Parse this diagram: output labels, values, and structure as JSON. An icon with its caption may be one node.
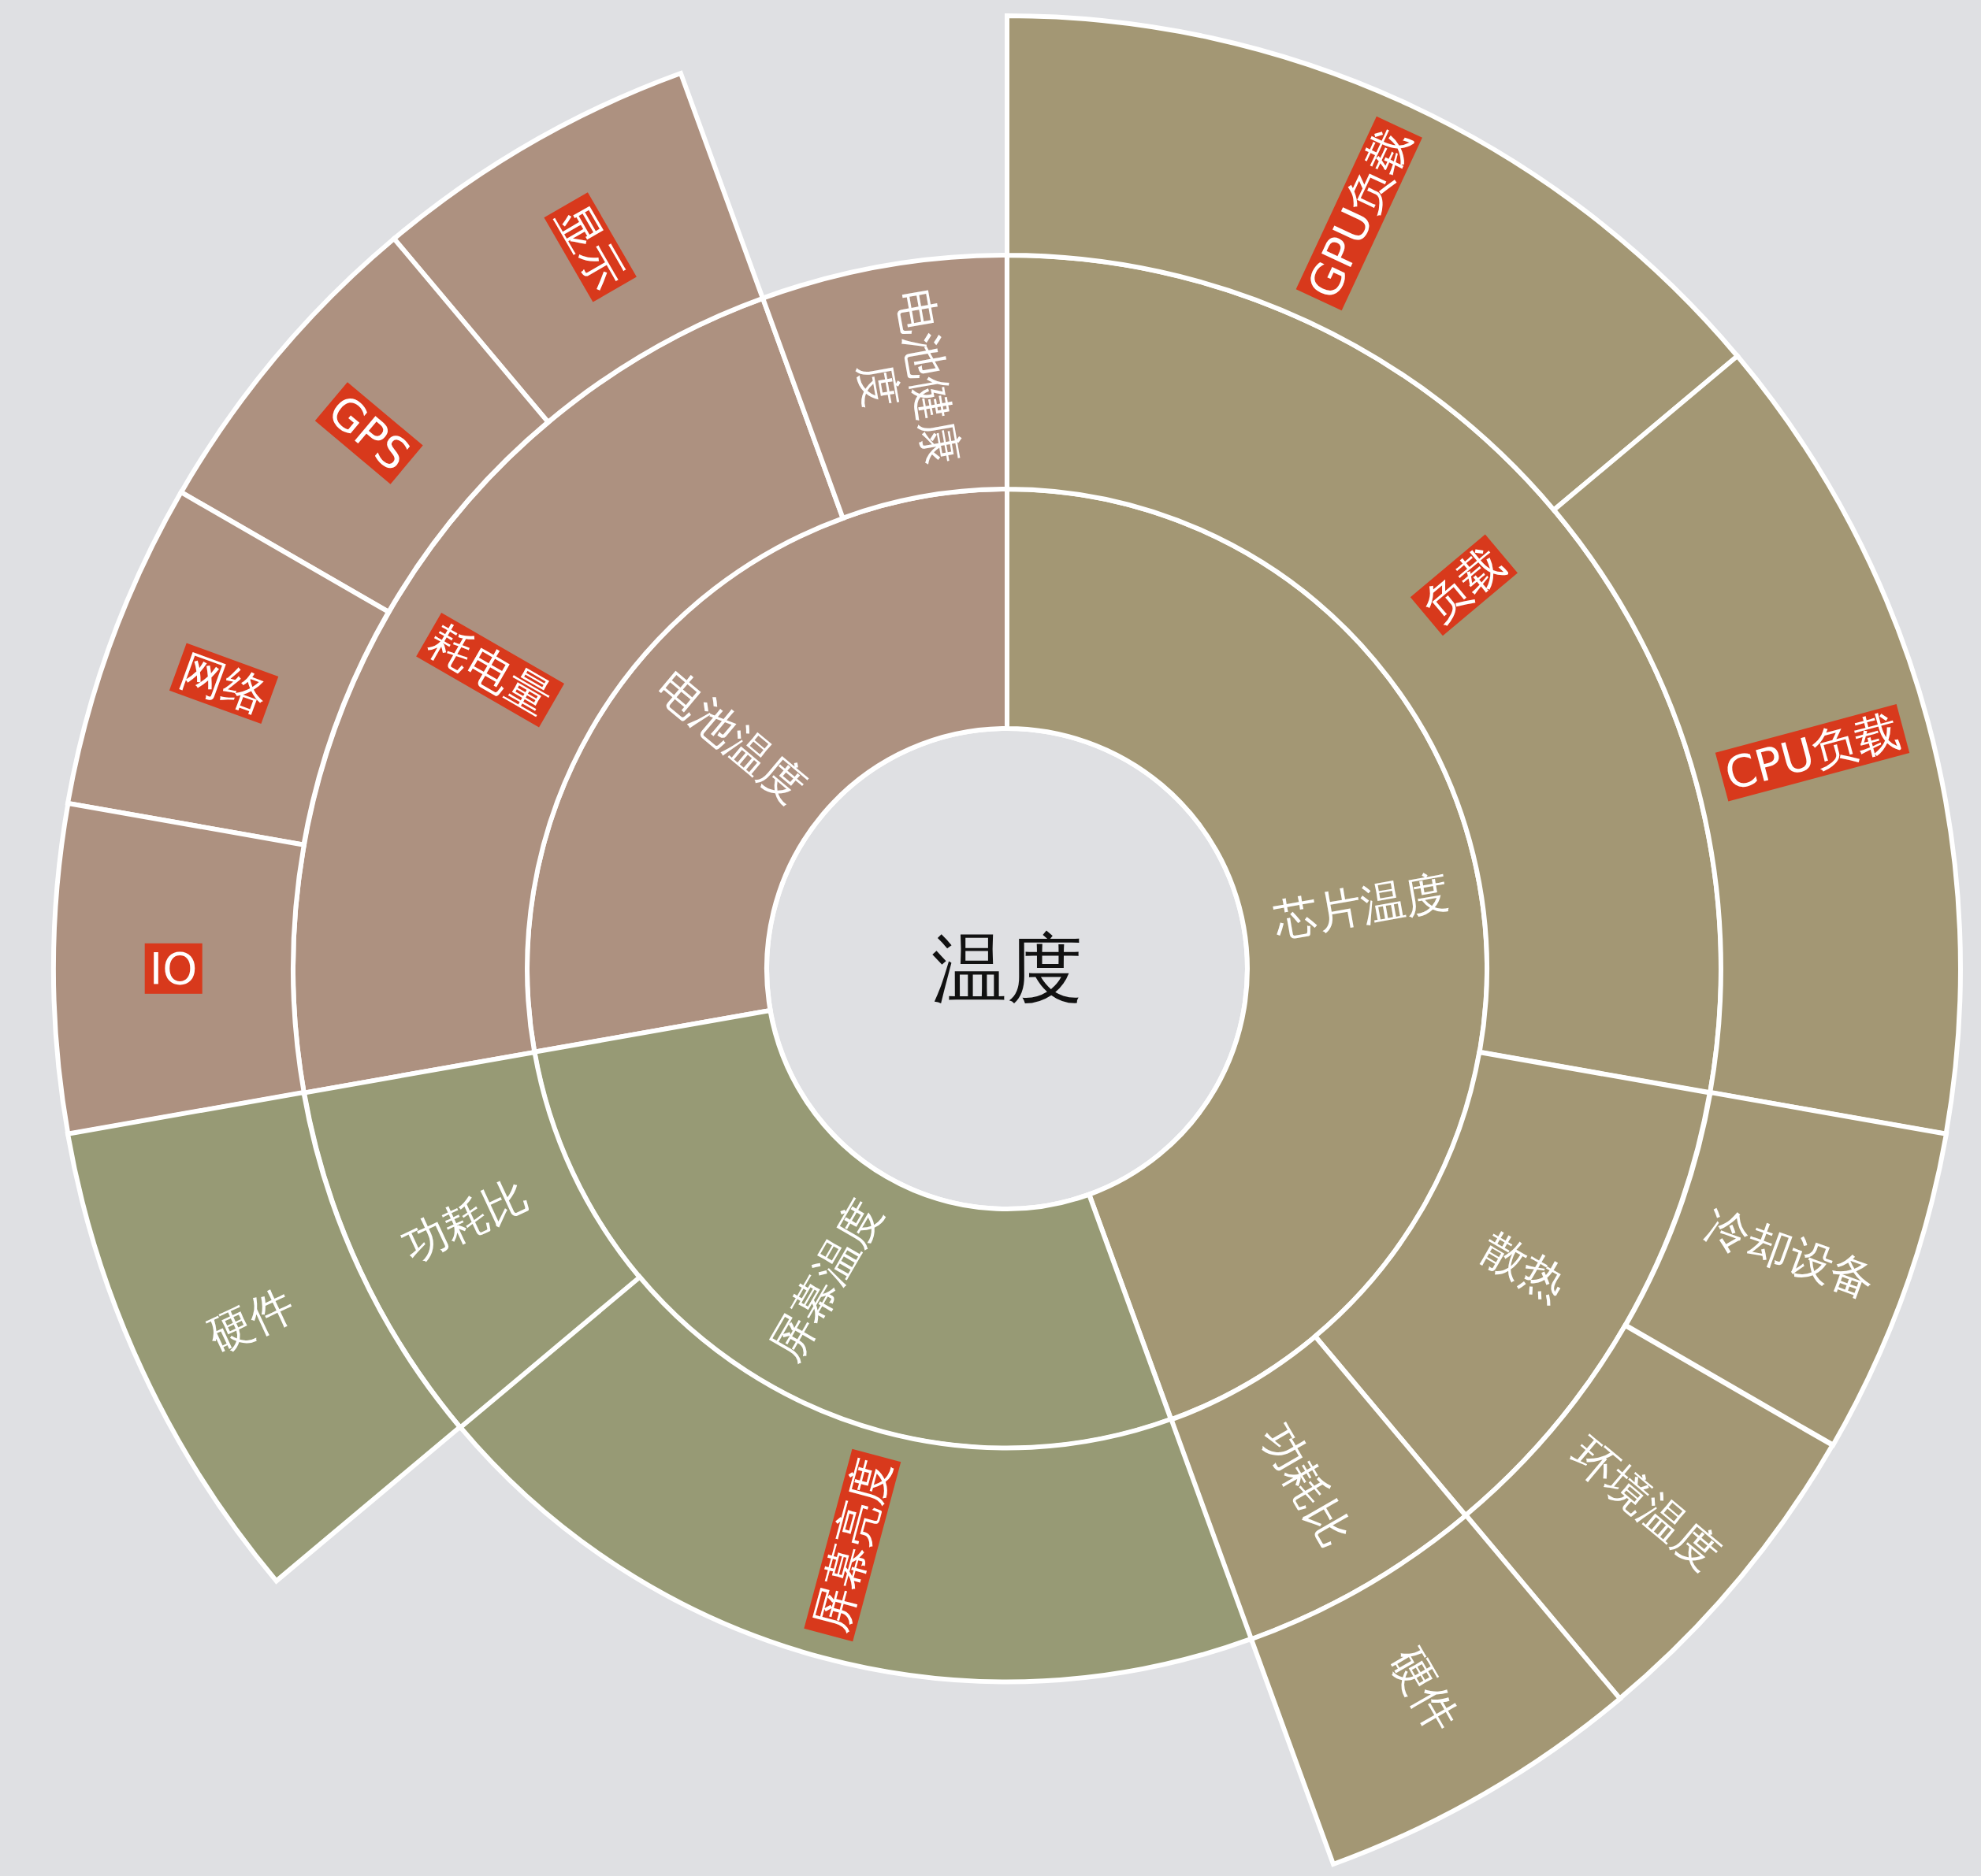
{
  "diagram": {
    "nodes": [
      {
        "text": [
          "温度"
        ]
      },
      {
        "text": [
          "电池温度"
        ]
      },
      {
        "text": [
          "芯片温度"
        ]
      },
      {
        "text": [
          "屏幕温度"
        ]
      },
      {
        "text": [
          "耗电量"
        ]
      },
      {
        "text": [
          "电池健康度"
        ]
      },
      {
        "text": [
          "负载"
        ]
      },
      {
        "text": [
          "散热"
        ]
      },
      {
        "text": [
          "功耗比"
        ]
      },
      {
        "text": [
          "屏幕亮度"
        ]
      },
      {
        "text": [
          "功耗比"
        ]
      },
      {
        "text": [
          "显示"
        ]
      },
      {
        "text": [
          "GPS"
        ]
      },
      {
        "text": [
          "网络"
        ]
      },
      {
        "text": [
          "IO"
        ]
      },
      {
        "text": [
          "GPU负载"
        ]
      },
      {
        "text": [
          "CPU负载"
        ]
      },
      {
        "text": [
          "冷却设备"
        ]
      },
      {
        "text": [
          "环境温度"
        ]
      },
      {
        "text": [
          "硬件"
        ]
      },
      {
        "text": [
          "硬件"
        ]
      }
    ]
  }
}
